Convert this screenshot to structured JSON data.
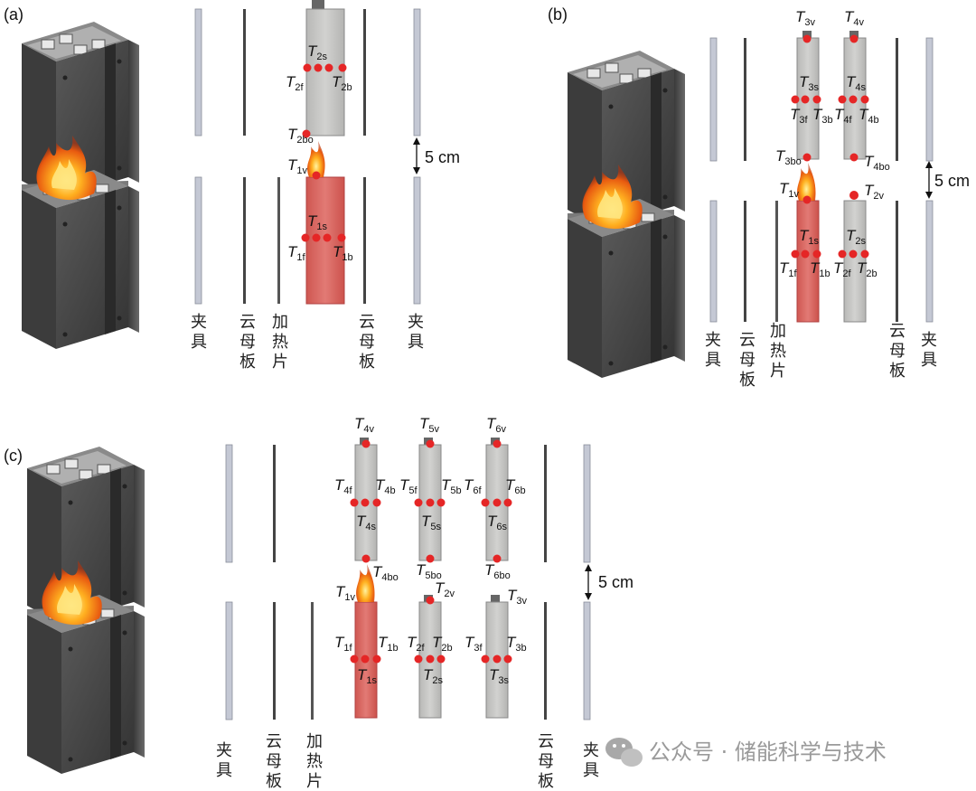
{
  "panels": {
    "a": {
      "label": "(a)"
    },
    "b": {
      "label": "(b)"
    },
    "c": {
      "label": "(c)"
    }
  },
  "components": {
    "clamp": "夹具",
    "mica": "云母板",
    "heater": "加热片"
  },
  "dimension": "5 cm",
  "colors": {
    "heated_cell": "#d9615c",
    "normal_cell": "#c8c8c6",
    "sensor": "#e52626",
    "clamp_bar": "#c4c8d4",
    "mica_bar": "#444444"
  },
  "sensor_labels": {
    "a": {
      "T2s": {
        "main": "T",
        "sub": "2s"
      },
      "T2f": {
        "main": "T",
        "sub": "2f"
      },
      "T2b": {
        "main": "T",
        "sub": "2b"
      },
      "T2bo": {
        "main": "T",
        "sub": "2bo"
      },
      "T1v": {
        "main": "T",
        "sub": "1v"
      },
      "T1s": {
        "main": "T",
        "sub": "1s"
      },
      "T1f": {
        "main": "T",
        "sub": "1f"
      },
      "T1b": {
        "main": "T",
        "sub": "1b"
      }
    },
    "b": {
      "T3v": {
        "main": "T",
        "sub": "3v"
      },
      "T4v": {
        "main": "T",
        "sub": "4v"
      },
      "T3s": {
        "main": "T",
        "sub": "3s"
      },
      "T4s": {
        "main": "T",
        "sub": "4s"
      },
      "T3f": {
        "main": "T",
        "sub": "3f"
      },
      "T3b": {
        "main": "T",
        "sub": "3b"
      },
      "T4f": {
        "main": "T",
        "sub": "4f"
      },
      "T4b": {
        "main": "T",
        "sub": "4b"
      },
      "T3bo": {
        "main": "T",
        "sub": "3bo"
      },
      "T4bo": {
        "main": "T",
        "sub": "4bo"
      },
      "T1v": {
        "main": "T",
        "sub": "1v"
      },
      "T2v": {
        "main": "T",
        "sub": "2v"
      },
      "T1s": {
        "main": "T",
        "sub": "1s"
      },
      "T2s": {
        "main": "T",
        "sub": "2s"
      },
      "T1f": {
        "main": "T",
        "sub": "1f"
      },
      "T1b": {
        "main": "T",
        "sub": "1b"
      },
      "T2f": {
        "main": "T",
        "sub": "2f"
      },
      "T2b": {
        "main": "T",
        "sub": "2b"
      }
    },
    "c": {
      "T4v": {
        "main": "T",
        "sub": "4v"
      },
      "T5v": {
        "main": "T",
        "sub": "5v"
      },
      "T6v": {
        "main": "T",
        "sub": "6v"
      },
      "T4f": {
        "main": "T",
        "sub": "4f"
      },
      "T4b": {
        "main": "T",
        "sub": "4b"
      },
      "T5f": {
        "main": "T",
        "sub": "5f"
      },
      "T5b": {
        "main": "T",
        "sub": "5b"
      },
      "T6f": {
        "main": "T",
        "sub": "6f"
      },
      "T6b": {
        "main": "T",
        "sub": "6b"
      },
      "T4s": {
        "main": "T",
        "sub": "4s"
      },
      "T5s": {
        "main": "T",
        "sub": "5s"
      },
      "T6s": {
        "main": "T",
        "sub": "6s"
      },
      "T4bo": {
        "main": "T",
        "sub": "4bo"
      },
      "T5bo": {
        "main": "T",
        "sub": "5bo"
      },
      "T6bo": {
        "main": "T",
        "sub": "6bo"
      },
      "T1v": {
        "main": "T",
        "sub": "1v"
      },
      "T2v": {
        "main": "T",
        "sub": "2v"
      },
      "T3v": {
        "main": "T",
        "sub": "3v"
      },
      "T1f": {
        "main": "T",
        "sub": "1f"
      },
      "T1b": {
        "main": "T",
        "sub": "1b"
      },
      "T2f": {
        "main": "T",
        "sub": "2f"
      },
      "T2b": {
        "main": "T",
        "sub": "2b"
      },
      "T3f": {
        "main": "T",
        "sub": "3f"
      },
      "T3b": {
        "main": "T",
        "sub": "3b"
      },
      "T1s": {
        "main": "T",
        "sub": "1s"
      },
      "T2s": {
        "main": "T",
        "sub": "2s"
      },
      "T3s": {
        "main": "T",
        "sub": "3s"
      }
    }
  },
  "watermark": "公众号 · 储能科学与技术"
}
